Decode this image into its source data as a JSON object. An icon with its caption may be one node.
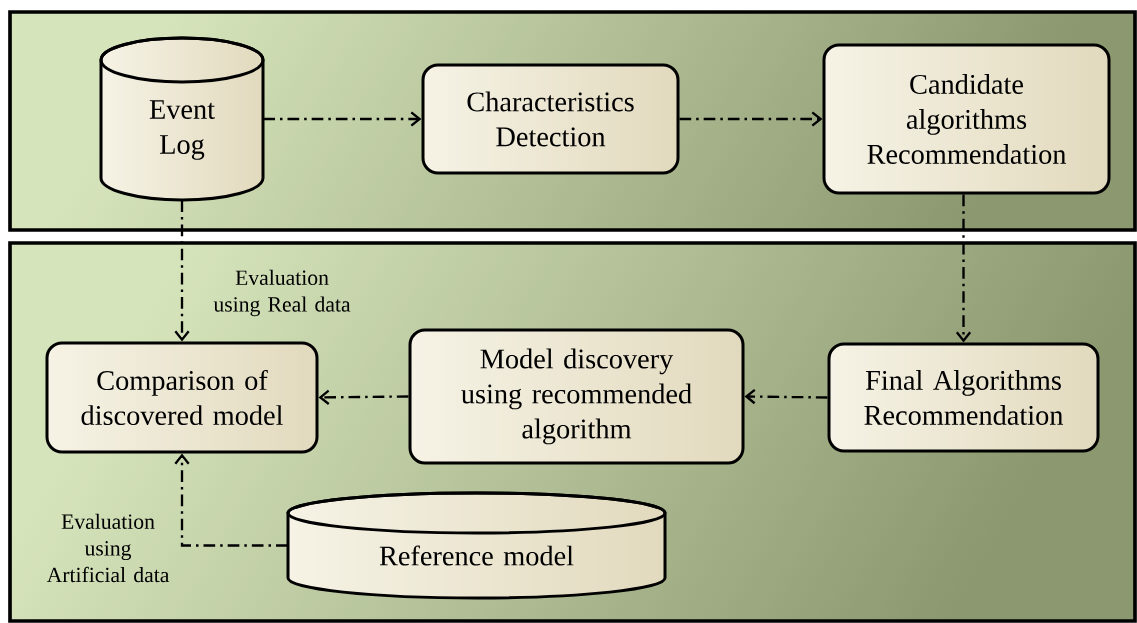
{
  "diagram": {
    "nodes": [
      {
        "text": [],
        "shape": "box"
      },
      {
        "text": [
          "Event Log"
        ],
        "in": 0
      },
      {
        "text": [
          "Characteristics Detection"
        ],
        "in": 0
      },
      {
        "text": [
          "Candidate algorithms Recommendation"
        ],
        "in": 0
      },
      {
        "text": [],
        "shape": "box"
      },
      {
        "text": [
          "Comparison of discovered model"
        ],
        "in": 4
      },
      {
        "text": [
          "Model discovery using recommended algorithm"
        ],
        "in": 4
      },
      {
        "text": [
          "Final Algorithms Recommendation"
        ],
        "in": 4
      },
      {
        "text": [
          "Reference model"
        ],
        "in": 4
      }
    ],
    "edges": [
      {
        "from": 1,
        "to": 2,
        "arrow": "to",
        "style": "dashed"
      },
      {
        "from": 2,
        "to": 3,
        "arrow": "to",
        "style": "dashed"
      },
      {
        "from": 3,
        "to": 7,
        "arrow": "to",
        "style": "dashed"
      },
      {
        "from": 7,
        "to": 6,
        "arrow": "to",
        "style": "dashed"
      },
      {
        "from": 6,
        "to": 5,
        "arrow": "to",
        "style": "dashed"
      },
      {
        "from": 1,
        "to": 5,
        "arrow": "to",
        "style": "dashed",
        "label": "Evaluation using Real data"
      },
      {
        "from": 8,
        "to": 5,
        "arrow": "to",
        "style": "dashed",
        "label": "Evaluation using Artificial data"
      }
    ]
  }
}
